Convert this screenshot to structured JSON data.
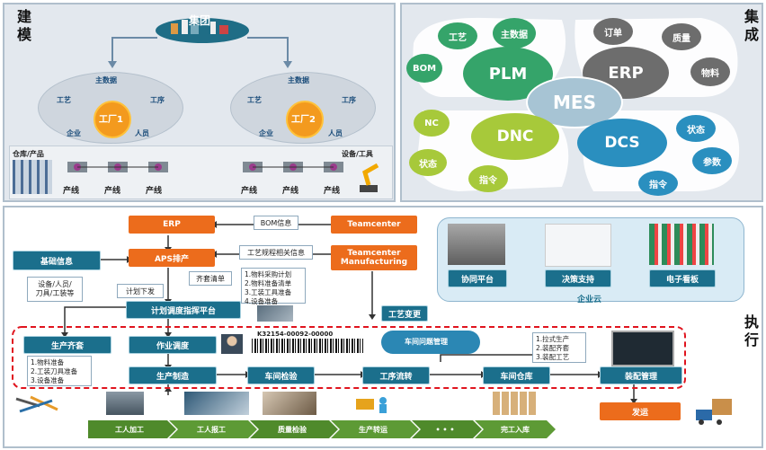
{
  "sections": {
    "build": "建模",
    "integrate": "集成",
    "execute": "执行"
  },
  "modeling": {
    "group": "集团",
    "factories": [
      {
        "name": "工厂1",
        "top": "主数据",
        "left": "工艺",
        "right": "工序",
        "bottom_left": "企业",
        "bottom_right": "人员"
      },
      {
        "name": "工厂2",
        "top": "主数据",
        "left": "工艺",
        "right": "工序",
        "bottom_left": "企业",
        "bottom_right": "人员"
      }
    ],
    "warehouse_label": "仓库/产品",
    "equipment_label": "设备/工具",
    "lines": [
      "产线",
      "产线",
      "产线",
      "产线",
      "产线",
      "产线"
    ]
  },
  "integration": {
    "center": "MES",
    "plm": {
      "name": "PLM",
      "items": [
        "工艺",
        "主数据",
        "BOM"
      ]
    },
    "erp": {
      "name": "ERP",
      "items": [
        "订单",
        "质量",
        "物料"
      ]
    },
    "dnc": {
      "name": "DNC",
      "items": [
        "NC",
        "状态",
        "指令"
      ]
    },
    "dcs": {
      "name": "DCS",
      "items": [
        "状态",
        "参数",
        "指令"
      ]
    }
  },
  "execution": {
    "erp": "ERP",
    "bom_info": "BOM信息",
    "teamcenter": "Teamcenter",
    "teamcenter_mfg": "Teamcenter Manufacturing",
    "basic_info": "基础信息",
    "aps": "APS排产",
    "process_info": "工艺规程相关信息",
    "resources": "设备/人员/\n刀具/工装等",
    "plan_issue": "计划下发",
    "kit_list": "齐套清单",
    "prep_list": [
      "1.物料采购计划",
      "2.物料准备清单",
      "3.工装工具准备",
      "4.设备准备"
    ],
    "dispatch": "计划调度指挥平台",
    "process_change": "工艺变更",
    "cloud": {
      "label": "企业云",
      "items": [
        "协同平台",
        "决策支持",
        "电子看板"
      ]
    },
    "production_kit": "生产齐套",
    "kit_items": [
      "1.物料准备",
      "2.工装刀具准备",
      "3.设备准备"
    ],
    "work_dispatch": "作业调度",
    "barcode": "K32154-00092-00000",
    "problem_mgmt": "车间问题管理",
    "assembly_items": [
      "1.拉式生产",
      "2.装配齐套",
      "3.装配工艺"
    ],
    "flow": [
      "生产制造",
      "车间检验",
      "工序流转",
      "车间仓库",
      "装配管理"
    ],
    "ship": "发运",
    "steps": [
      "工人加工",
      "工人报工",
      "质量检验",
      "生产转运",
      "• • •",
      "完工入库"
    ]
  },
  "colors": {
    "orange": "#ec6c1c",
    "teal": "#1b6f8c",
    "panel": "#e6ebf0",
    "dashed_red": "#e0141e",
    "step_green": "#4f8a2b"
  }
}
